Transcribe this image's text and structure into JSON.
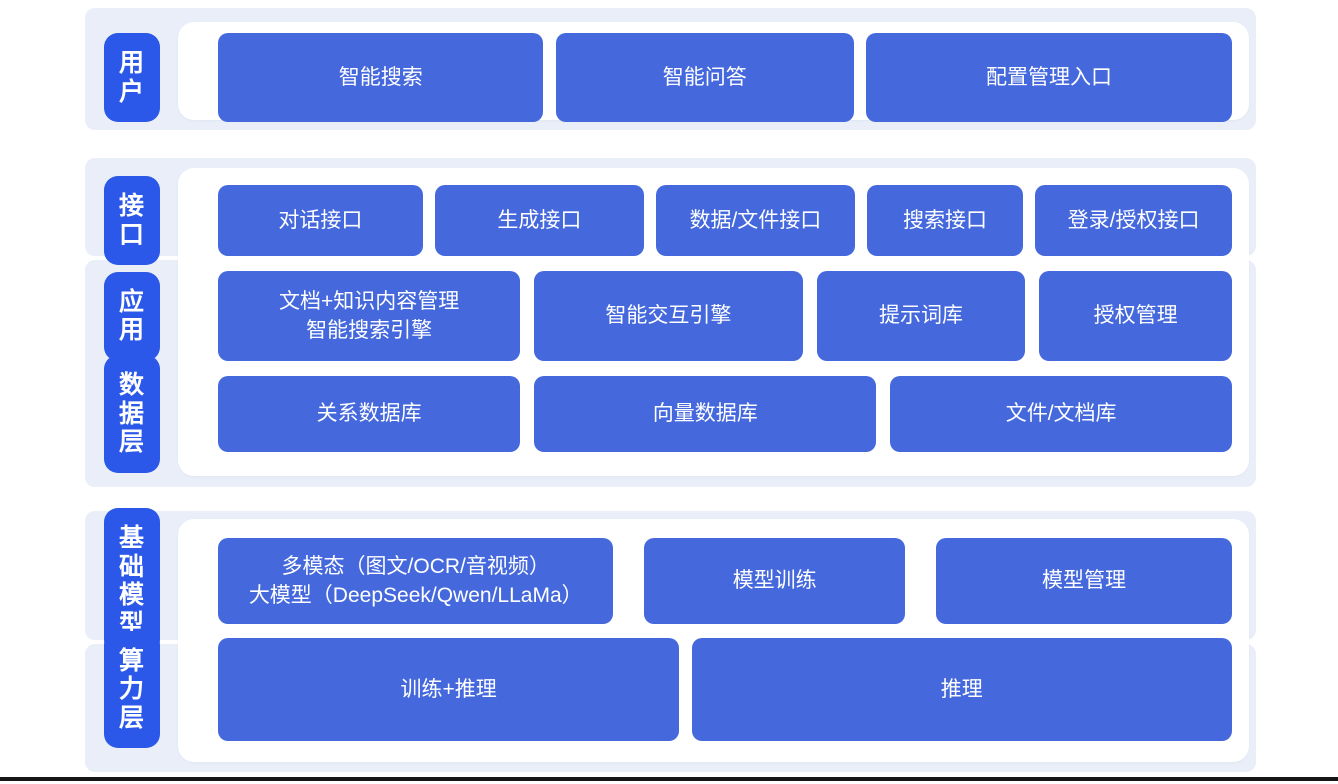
{
  "colors": {
    "band_bg": "#E9EEF8",
    "panel_bg": "#FFFFFF",
    "button_blue": "#4569DD",
    "label_blue": "#2B58E8",
    "text_white": "#FFFFFF",
    "bottom_line": "#161616"
  },
  "groups": [
    {
      "name": "user-layer",
      "rows": [
        {
          "label": "用户",
          "buttons": [
            "智能搜索",
            "智能问答",
            "配置管理入口"
          ]
        }
      ]
    },
    {
      "name": "platform-layers",
      "rows": [
        {
          "label": "接口",
          "buttons": [
            "对话接口",
            "生成接口",
            "数据/文件接口",
            "搜索接口",
            "登录/授权接口"
          ]
        },
        {
          "label": "应用",
          "buttons": [
            "文档+知识内容管理\n智能搜索引擎",
            "智能交互引擎",
            "提示词库",
            "授权管理"
          ]
        },
        {
          "label": "数据层",
          "buttons": [
            "关系数据库",
            "向量数据库",
            "文件/文档库"
          ]
        }
      ]
    },
    {
      "name": "infrastructure-layers",
      "rows": [
        {
          "label": "基础模型",
          "buttons": [
            "多模态（图文/OCR/音视频）\n大模型（DeepSeek/Qwen/LLaMa）",
            "模型训练",
            "模型管理"
          ]
        },
        {
          "label": "算力层",
          "buttons": [
            "训练+推理",
            "推理"
          ]
        }
      ]
    }
  ]
}
